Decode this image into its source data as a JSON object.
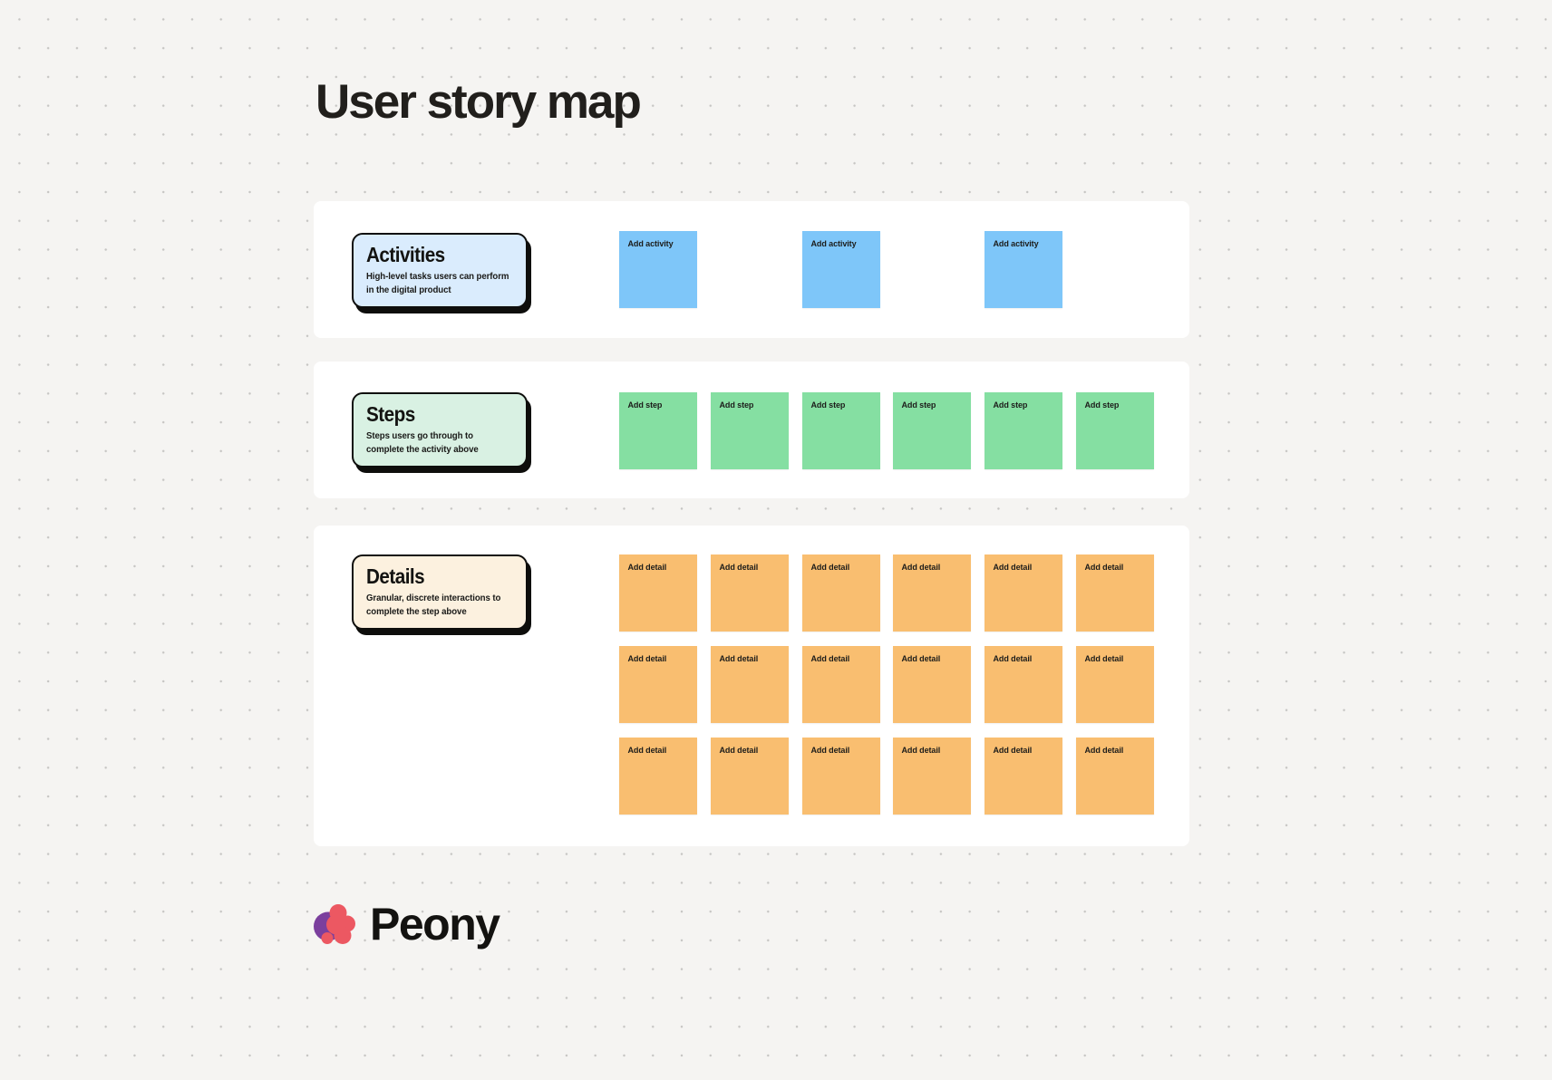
{
  "title": "User story map",
  "colors": {
    "background": "#f5f4f2",
    "dot_grid": "#c6c5c3",
    "panel": "#ffffff",
    "card_border": "#0e0e0c",
    "activity_note": "#7ec6f9",
    "step_note": "#85dfa2",
    "detail_note": "#f9be70",
    "activities_card_bg": "#daecfd",
    "steps_card_bg": "#d9f1e3",
    "details_card_bg": "#fcf1df"
  },
  "rows": [
    {
      "id": "activities",
      "card": {
        "title": "Activities",
        "description": "High-level tasks users can perform in the digital product",
        "description_lines": [
          "High-level tasks users can perform",
          "in the digital product"
        ],
        "bg": "#daecfd"
      },
      "note_label": "Add activity",
      "note_color": "#7ec6f9",
      "note_count": 3,
      "note_stack_rows": 1,
      "spans_columns": 2
    },
    {
      "id": "steps",
      "card": {
        "title": "Steps",
        "description": "Steps users go through to complete the activity above",
        "description_lines": [
          "Steps users go through to",
          "complete the activity above"
        ],
        "bg": "#d9f1e3"
      },
      "note_label": "Add step",
      "note_color": "#85dfa2",
      "note_count": 6,
      "note_stack_rows": 1,
      "spans_columns": 1
    },
    {
      "id": "details",
      "card": {
        "title": "Details",
        "description": "Granular, discrete interactions to complete the step above",
        "description_lines": [
          "Granular, discrete interactions to",
          "complete the step above"
        ],
        "bg": "#fcf1df"
      },
      "note_label": "Add detail",
      "note_color": "#f9be70",
      "note_count": 6,
      "note_stack_rows": 3,
      "spans_columns": 1
    }
  ],
  "footer": {
    "brand": "Peony",
    "logo_icon": "peony-flower-icon",
    "logo_colors": {
      "petal": "#ec5862",
      "base": "#7b3f9d"
    }
  }
}
